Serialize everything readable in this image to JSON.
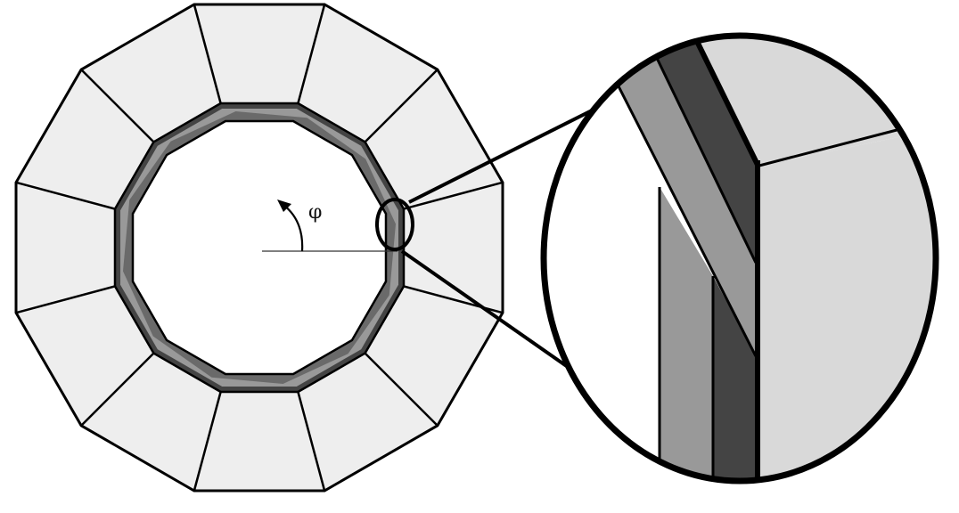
{
  "diagram": {
    "title": "Dodecagonal segmented ring cross-section with zoomed detail",
    "angle_label": "φ",
    "segments": 12,
    "colors": {
      "outer_segment_fill": "#eeeeee",
      "detail_segment_fill": "#d9d9d9",
      "layer_light": "#999999",
      "layer_dark": "#444444",
      "stroke": "#000000",
      "background": "#ffffff"
    },
    "elements": [
      "outer-segmented-dodecagon",
      "inner-layered-ring",
      "angle-reference-line",
      "angle-arrow",
      "magnifier-circle",
      "zoom-detail-circle"
    ]
  }
}
